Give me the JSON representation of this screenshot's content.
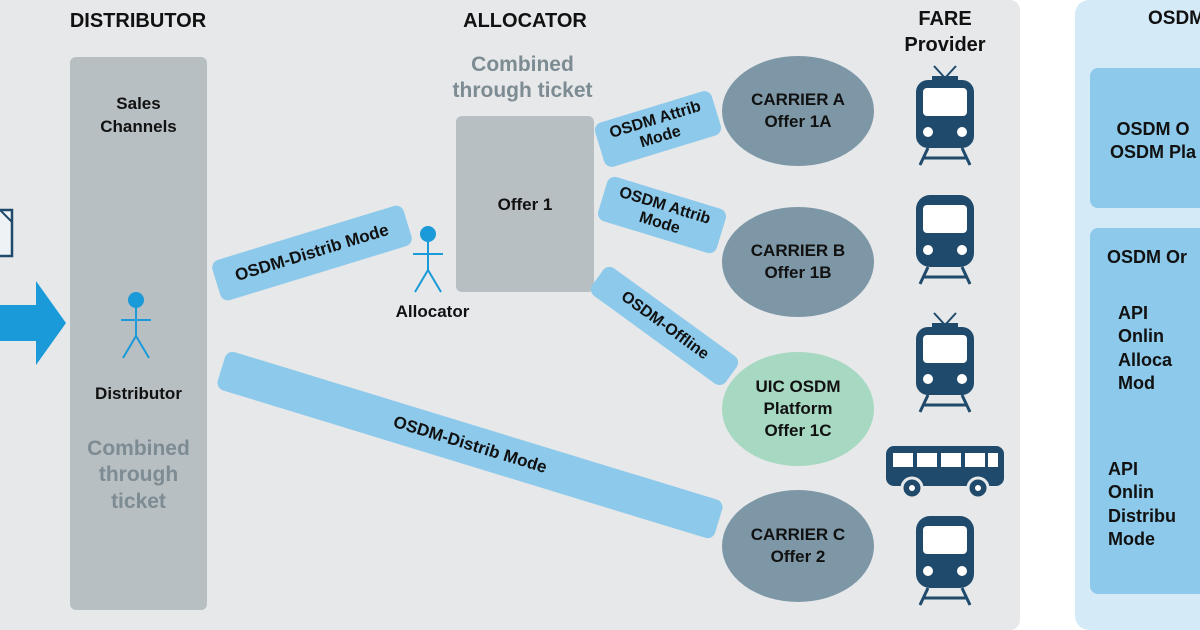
{
  "headers": {
    "distributor": "DISTRIBUTOR",
    "allocator": "ALLOCATOR",
    "fare_provider": "FARE\nProvider",
    "osdm_right": "OSDM"
  },
  "distributor_column": {
    "sales_channels": "Sales\nChannels",
    "actor_label": "Distributor",
    "combined_ticket": "Combined\nthrough\nticket"
  },
  "allocator_area": {
    "combined_ticket": "Combined\nthrough ticket",
    "offer_label": "Offer 1",
    "actor_label": "Allocator"
  },
  "bands": {
    "distrib_mode_upper": "OSDM-Distrib Mode",
    "attrib_mode_a": "OSDM Attrib\nMode",
    "attrib_mode_b": "OSDM Attrib\nMode",
    "offline": "OSDM-Offline",
    "distrib_mode_lower": "OSDM-Distrib Mode"
  },
  "carriers": [
    {
      "label": "CARRIER A\nOffer 1A",
      "color": "#7d97a6"
    },
    {
      "label": "CARRIER B\nOffer 1B",
      "color": "#7d97a6"
    },
    {
      "label": "UIC OSDM\nPlatform\nOffer 1C",
      "color": "#a7d8c1"
    },
    {
      "label": "CARRIER C\nOffer 2",
      "color": "#7d97a6"
    }
  ],
  "right_panel": {
    "box1": "OSDM O\nOSDM Pla",
    "box2_title": "OSDM Or",
    "box2_api1": "   API\n   Onlin\n  Alloca\n   Mod",
    "box2_api2": "    API\n   Onlin\n Distribu\n   Mode"
  },
  "icons": {
    "document": "document-icon",
    "arrow": "arrow-right-icon",
    "person": "person-icon",
    "train": "train-icon",
    "bus": "bus-icon"
  },
  "colors": {
    "panel_bg": "#e6e8ea",
    "band_blue": "#8cc9ea",
    "carrier_gray_blue": "#7d97a6",
    "platform_green": "#a7d8c1",
    "transport_icon": "#1f4a6b",
    "accent_blue": "#1a9ad8"
  }
}
